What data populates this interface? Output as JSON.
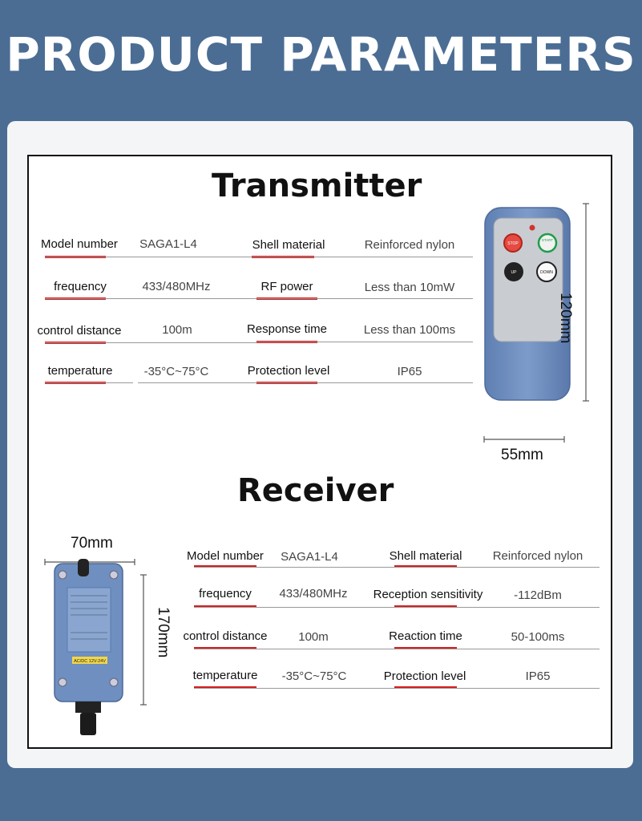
{
  "page_title": "PRODUCT PARAMETERS",
  "transmitter": {
    "title": "Transmitter",
    "rows": [
      {
        "l1": "Model number",
        "v1": "SAGA1-L4",
        "l2": "Shell material",
        "v2": "Reinforced nylon"
      },
      {
        "l1": "frequency",
        "v1": "433/480MHz",
        "l2": "RF power",
        "v2": "Less than 10mW"
      },
      {
        "l1": "control distance",
        "v1": "100m",
        "l2": "Response time",
        "v2": "Less than 100ms"
      },
      {
        "l1": "temperature",
        "v1": "-35°C~75°C",
        "l2": "Protection level",
        "v2": "IP65"
      }
    ],
    "height_dim": "120mm",
    "width_dim": "55mm",
    "buttons": {
      "stop": "STOP",
      "start": "START",
      "up": "UP",
      "down": "DOWN"
    }
  },
  "receiver": {
    "title": "Receiver",
    "rows": [
      {
        "l1": "Model number",
        "v1": "SAGA1-L4",
        "l2": "Shell material",
        "v2": "Reinforced nylon"
      },
      {
        "l1": "frequency",
        "v1": "433/480MHz",
        "l2": "Reception sensitivity",
        "v2": "-112dBm"
      },
      {
        "l1": "control distance",
        "v1": "100m",
        "l2": "Reaction time",
        "v2": "50-100ms"
      },
      {
        "l1": "temperature",
        "v1": "-35°C~75°C",
        "l2": "Protection level",
        "v2": "IP65"
      }
    ],
    "width_dim": "70mm",
    "height_dim": "170mm",
    "label_strip": "AC/DC 12V-24V"
  },
  "colors": {
    "background": "#4b6d94",
    "accent_red": "#d61f1f",
    "device_blue": "#6e8fc0"
  }
}
